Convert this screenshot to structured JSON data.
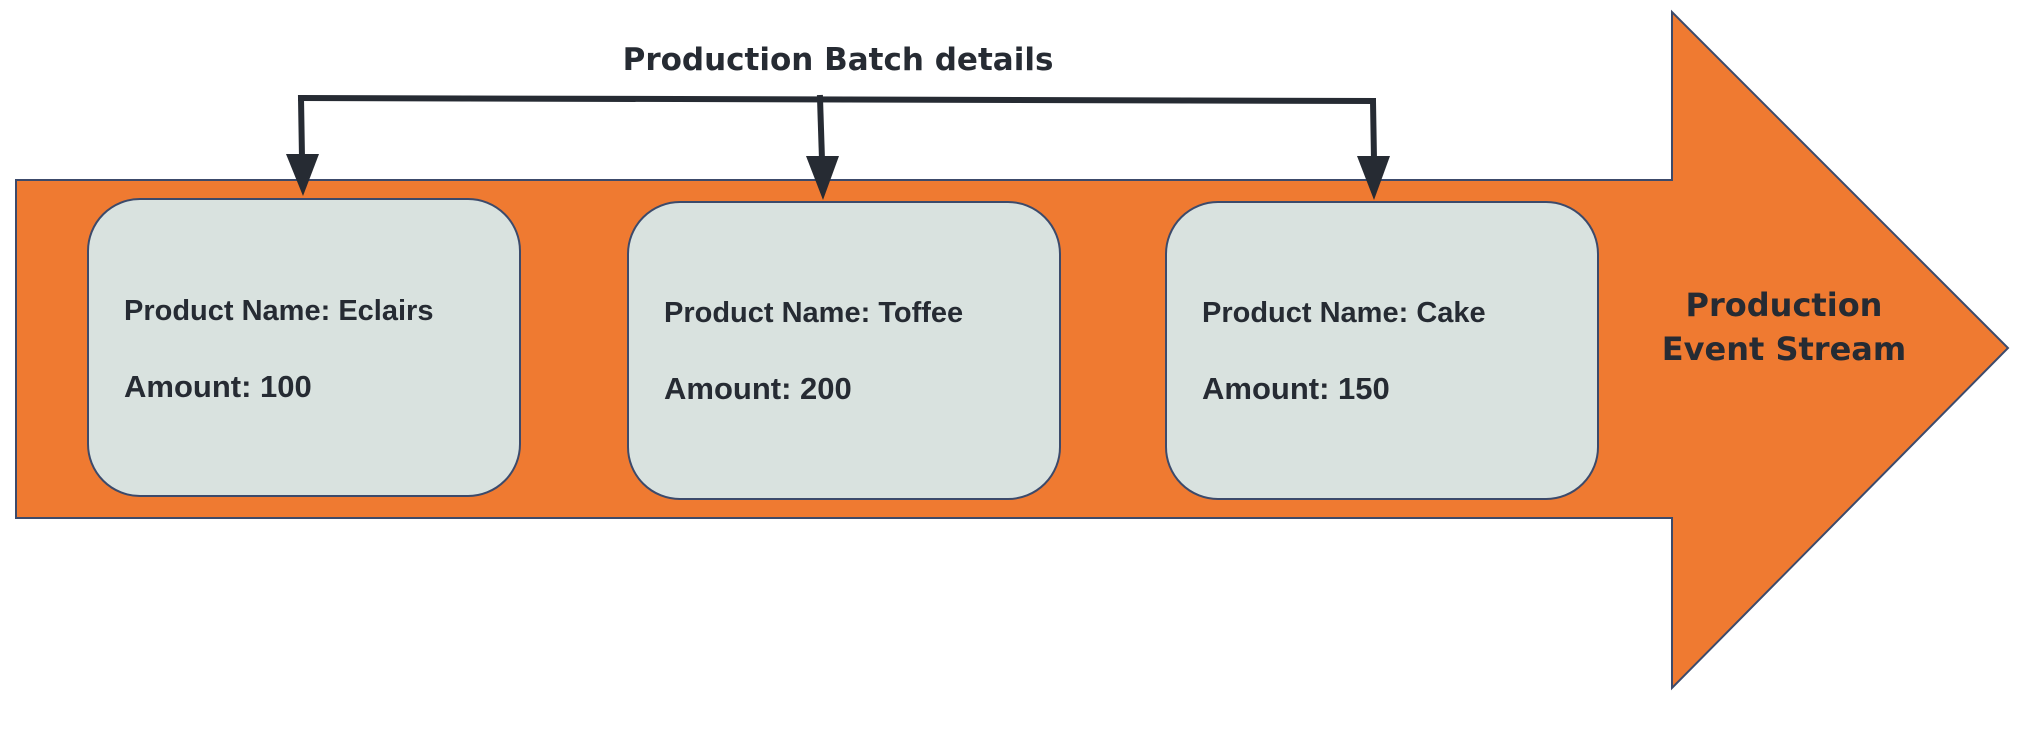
{
  "header": {
    "title": "Production Batch details"
  },
  "stream": {
    "label_line1": "Production",
    "label_line2": "Event Stream"
  },
  "cards": [
    {
      "name": "Product Name: Eclairs",
      "amount": "Amount: 100"
    },
    {
      "name": "Product Name: Toffee",
      "amount": "Amount: 200"
    },
    {
      "name": "Product Name: Cake",
      "amount": "Amount: 150"
    }
  ],
  "colors": {
    "stream_fill": "#ef7a31",
    "stream_stroke": "#3c4a6b",
    "card_fill": "#d9e2df",
    "card_stroke": "#3c4a6b",
    "connector": "#262b33",
    "text": "#262b33"
  }
}
